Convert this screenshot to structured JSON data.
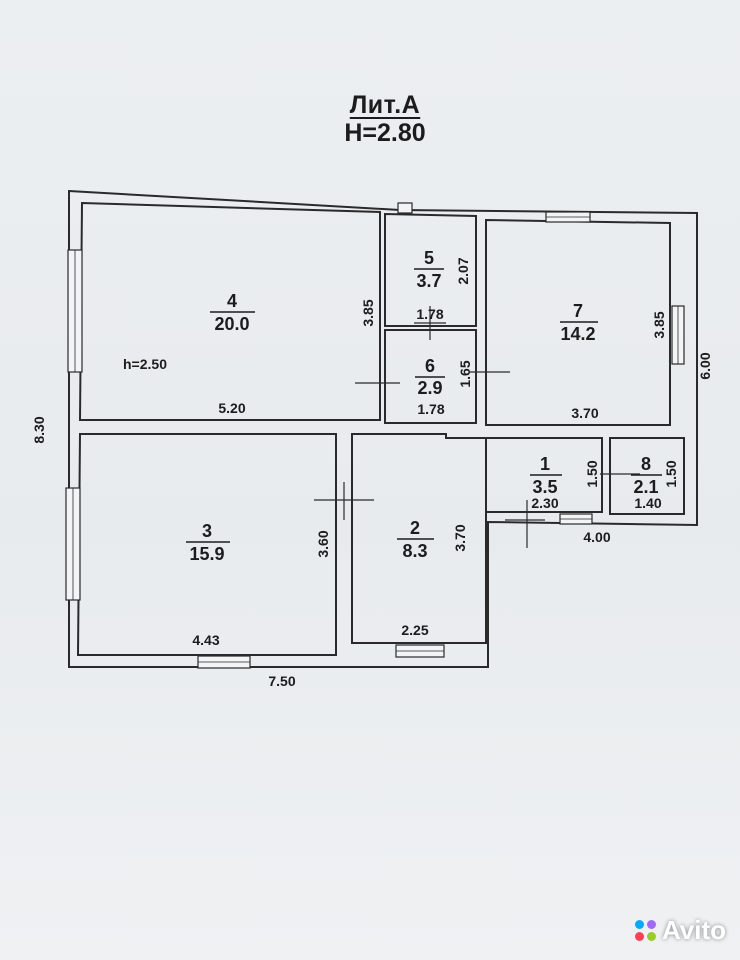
{
  "title": {
    "line1": "Лит.А",
    "line2": "Н=2.80"
  },
  "rooms": [
    {
      "id": "4",
      "number": "4",
      "area": "20.0"
    },
    {
      "id": "5",
      "number": "5",
      "area": "3.7"
    },
    {
      "id": "6",
      "number": "6",
      "area": "2.9"
    },
    {
      "id": "7",
      "number": "7",
      "area": "14.2"
    },
    {
      "id": "3",
      "number": "3",
      "area": "15.9"
    },
    {
      "id": "2",
      "number": "2",
      "area": "8.3"
    },
    {
      "id": "1",
      "number": "1",
      "area": "3.5"
    },
    {
      "id": "8",
      "number": "8",
      "area": "2.1"
    }
  ],
  "dimensions": {
    "room4_height": "3.85",
    "room4_width": "5.20",
    "room4_h": "h=2.50",
    "room5_height": "2.07",
    "room5_width": "1.78",
    "room6_height": "1.65",
    "room6_width": "1.78",
    "room7_height": "3.85",
    "room7_width": "3.70",
    "room3_height": "3.60",
    "room3_width": "4.43",
    "room2_height": "3.70",
    "room2_width": "2.25",
    "room1_height": "1.50",
    "room1_width": "2.30",
    "room8_height": "1.50",
    "room8_width": "1.40",
    "overall_left": "8.30",
    "overall_bottom": "7.50",
    "overall_right": "6.00",
    "annex_bottom": "4.00"
  },
  "watermark": {
    "text": "Avito",
    "colors": [
      "#00aaff",
      "#a169f7",
      "#ff4053",
      "#97cf26"
    ]
  }
}
